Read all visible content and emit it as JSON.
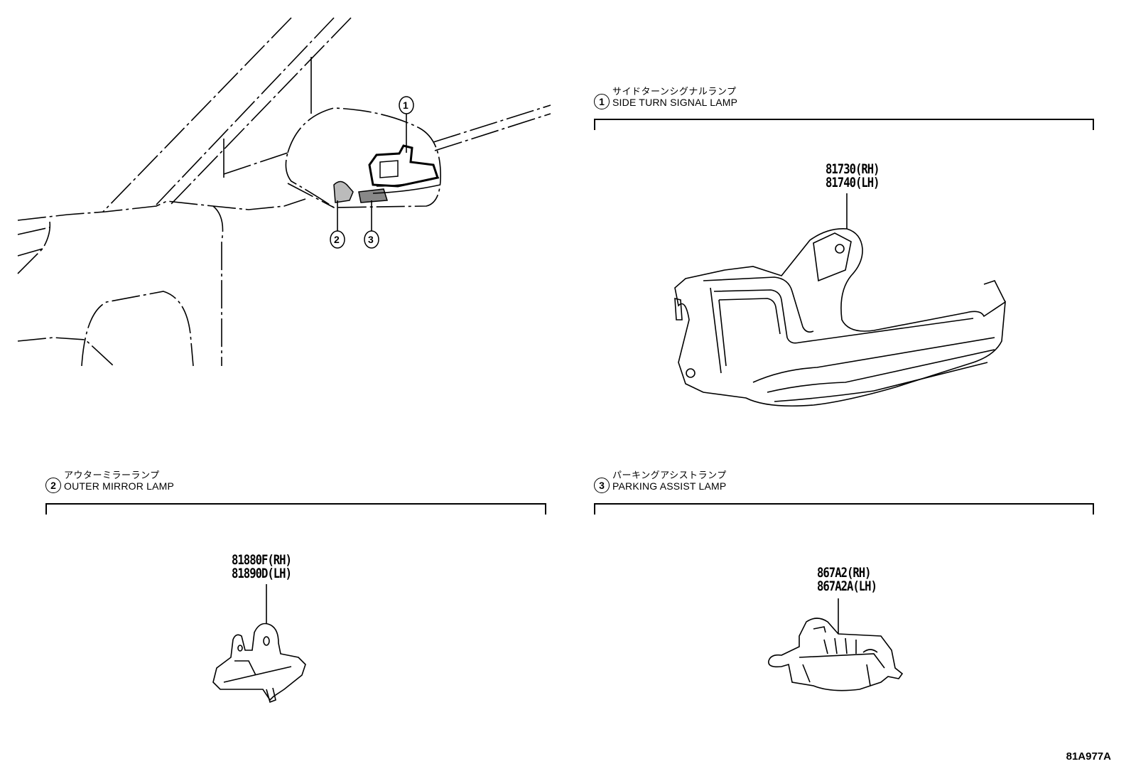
{
  "diagram": {
    "id": "81A977A",
    "overview": {
      "callouts": [
        {
          "num": "1",
          "label": "side-turn-signal-lamp"
        },
        {
          "num": "2",
          "label": "outer-mirror-lamp"
        },
        {
          "num": "3",
          "label": "parking-assist-lamp"
        }
      ]
    },
    "sections": [
      {
        "num": "1",
        "title_jp": "サイドターンシグナルランプ",
        "title_en": "SIDE TURN SIGNAL LAMP",
        "parts": [
          "81730(RH)",
          "81740(LH)"
        ]
      },
      {
        "num": "2",
        "title_jp": "アウターミラーランプ",
        "title_en": "OUTER MIRROR LAMP",
        "parts": [
          "81880F(RH)",
          "81890D(LH)"
        ]
      },
      {
        "num": "3",
        "title_jp": "パーキングアシストランプ",
        "title_en": "PARKING ASSIST LAMP",
        "parts": [
          "867A2(RH)",
          "867A2A(LH)"
        ]
      }
    ]
  }
}
